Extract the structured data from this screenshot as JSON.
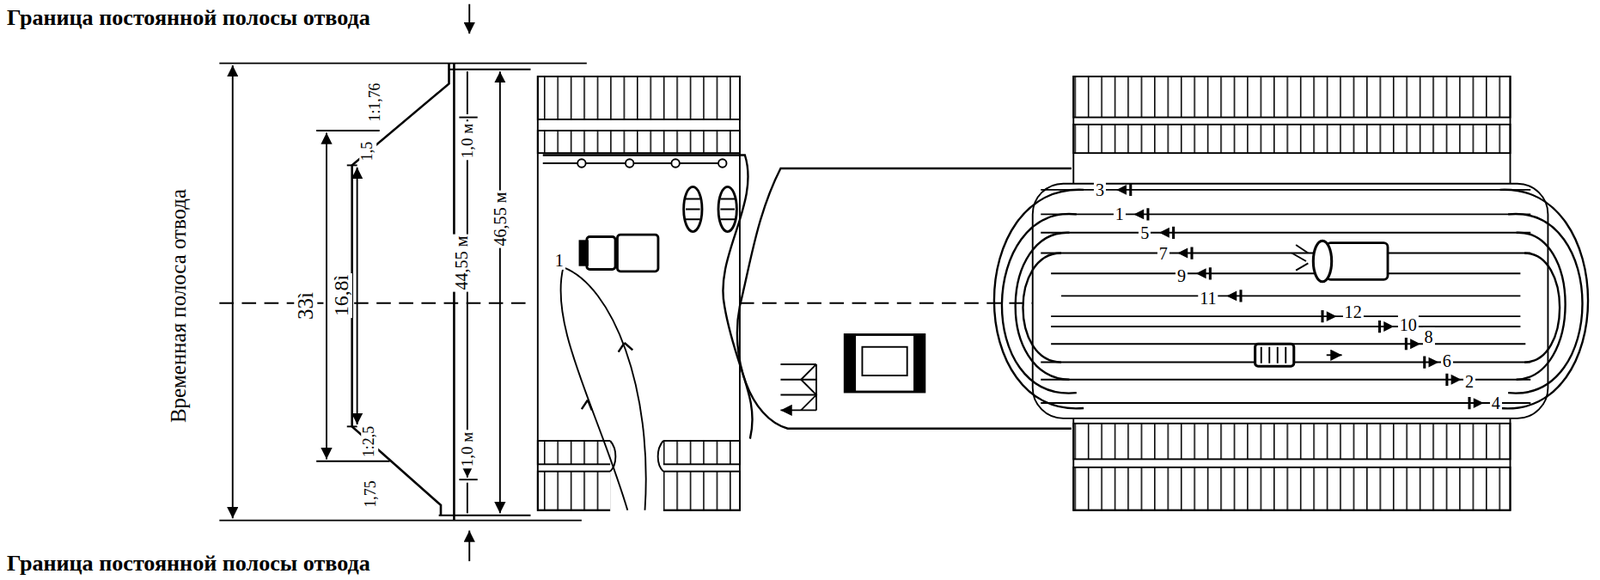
{
  "diagram": {
    "labels": [
      "Граница постоянной полосы отвода",
      "Временная полоса отвода",
      "33ì",
      "16,8ì",
      "1,5",
      "1:1,76",
      "1:2,5",
      "1,75",
      "44,55 м",
      "1,0 м",
      "46,55 м",
      "1,0 м",
      "1",
      "3",
      "1",
      "5",
      "7",
      "9",
      "11",
      "12",
      "10",
      "8",
      "6",
      "2",
      "4",
      "Граница постоянной полосы отвода"
    ]
  }
}
